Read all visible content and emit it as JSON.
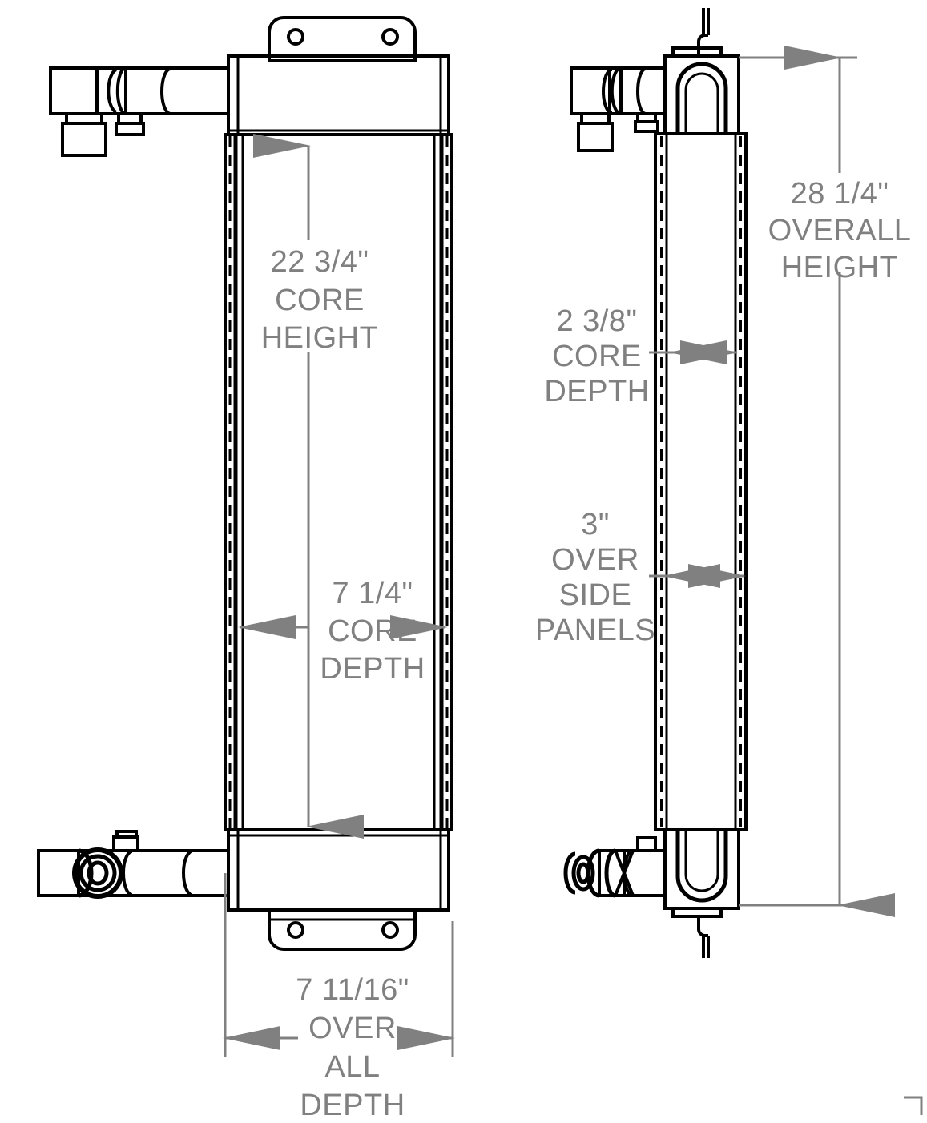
{
  "drawing": {
    "type": "engineering-dimension-drawing",
    "subject": "oil-cooler-heat-exchanger",
    "views": [
      {
        "name": "front-view",
        "label": ""
      },
      {
        "name": "side-view",
        "label": ""
      }
    ],
    "line_color": "#000000",
    "dimension_color": "#808080",
    "background_color": "#ffffff"
  },
  "dimensions": {
    "core_height": {
      "value": "22 3/4\"",
      "label_line_1": "CORE",
      "label_line_2": "HEIGHT",
      "orientation": "vertical",
      "view": "front-view"
    },
    "core_depth_front": {
      "value": "7 1/4\"",
      "label_line_1": "CORE",
      "label_line_2": "DEPTH",
      "orientation": "horizontal",
      "view": "front-view"
    },
    "overall_depth": {
      "value": "7 11/16\"",
      "label_line_1": "OVER",
      "label_line_2": "ALL",
      "label_line_3": "DEPTH",
      "orientation": "horizontal",
      "view": "front-view"
    },
    "core_depth_side": {
      "value": "2 3/8\"",
      "label_line_1": "CORE",
      "label_line_2": "DEPTH",
      "orientation": "horizontal",
      "view": "side-view"
    },
    "over_side_panels": {
      "value": "3\"",
      "label_line_1": "OVER",
      "label_line_2": "SIDE",
      "label_line_3": "PANELS",
      "orientation": "horizontal",
      "view": "side-view"
    },
    "overall_height": {
      "value": "28 1/4\"",
      "label_line_1": "OVERALL",
      "label_line_2": "HEIGHT",
      "orientation": "vertical",
      "view": "side-view"
    }
  }
}
